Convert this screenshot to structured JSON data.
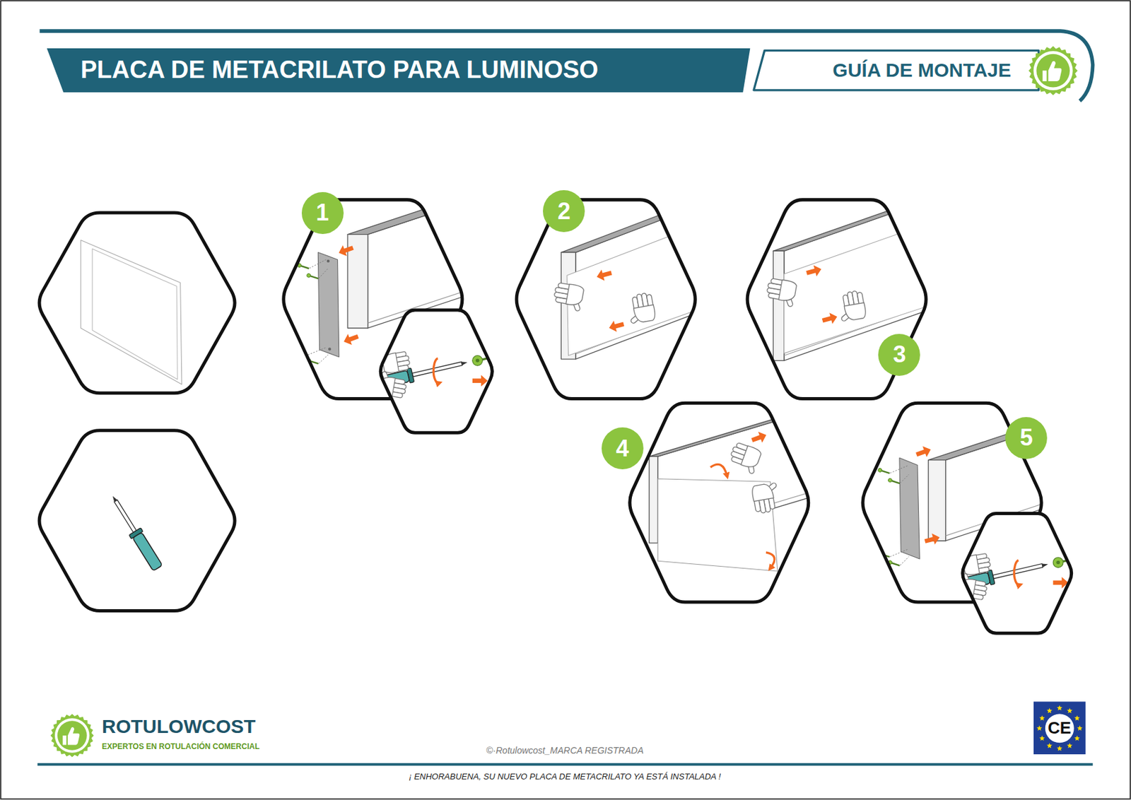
{
  "diagram": {
    "title": "PLACA DE METACRILATO PARA LUMINOSO",
    "caption": "¡ ENHORABUENA, SU NUEVO PLACA DE METACRILATO YA ESTÁ INSTALADA !",
    "nodes": [
      {
        "text": [
          "1"
        ]
      },
      {
        "text": [
          "2"
        ]
      },
      {
        "text": [
          "3"
        ]
      },
      {
        "text": [
          "4"
        ]
      },
      {
        "text": [
          "5"
        ]
      }
    ],
    "labels": [
      "GUÍA DE MONTAJE",
      "ROTULOWCOST",
      "EXPERTOS EN ROTULACIÓN COMERCIAL",
      "CE",
      "©·Rotulowcost_MARCA REGISTRADA"
    ]
  }
}
